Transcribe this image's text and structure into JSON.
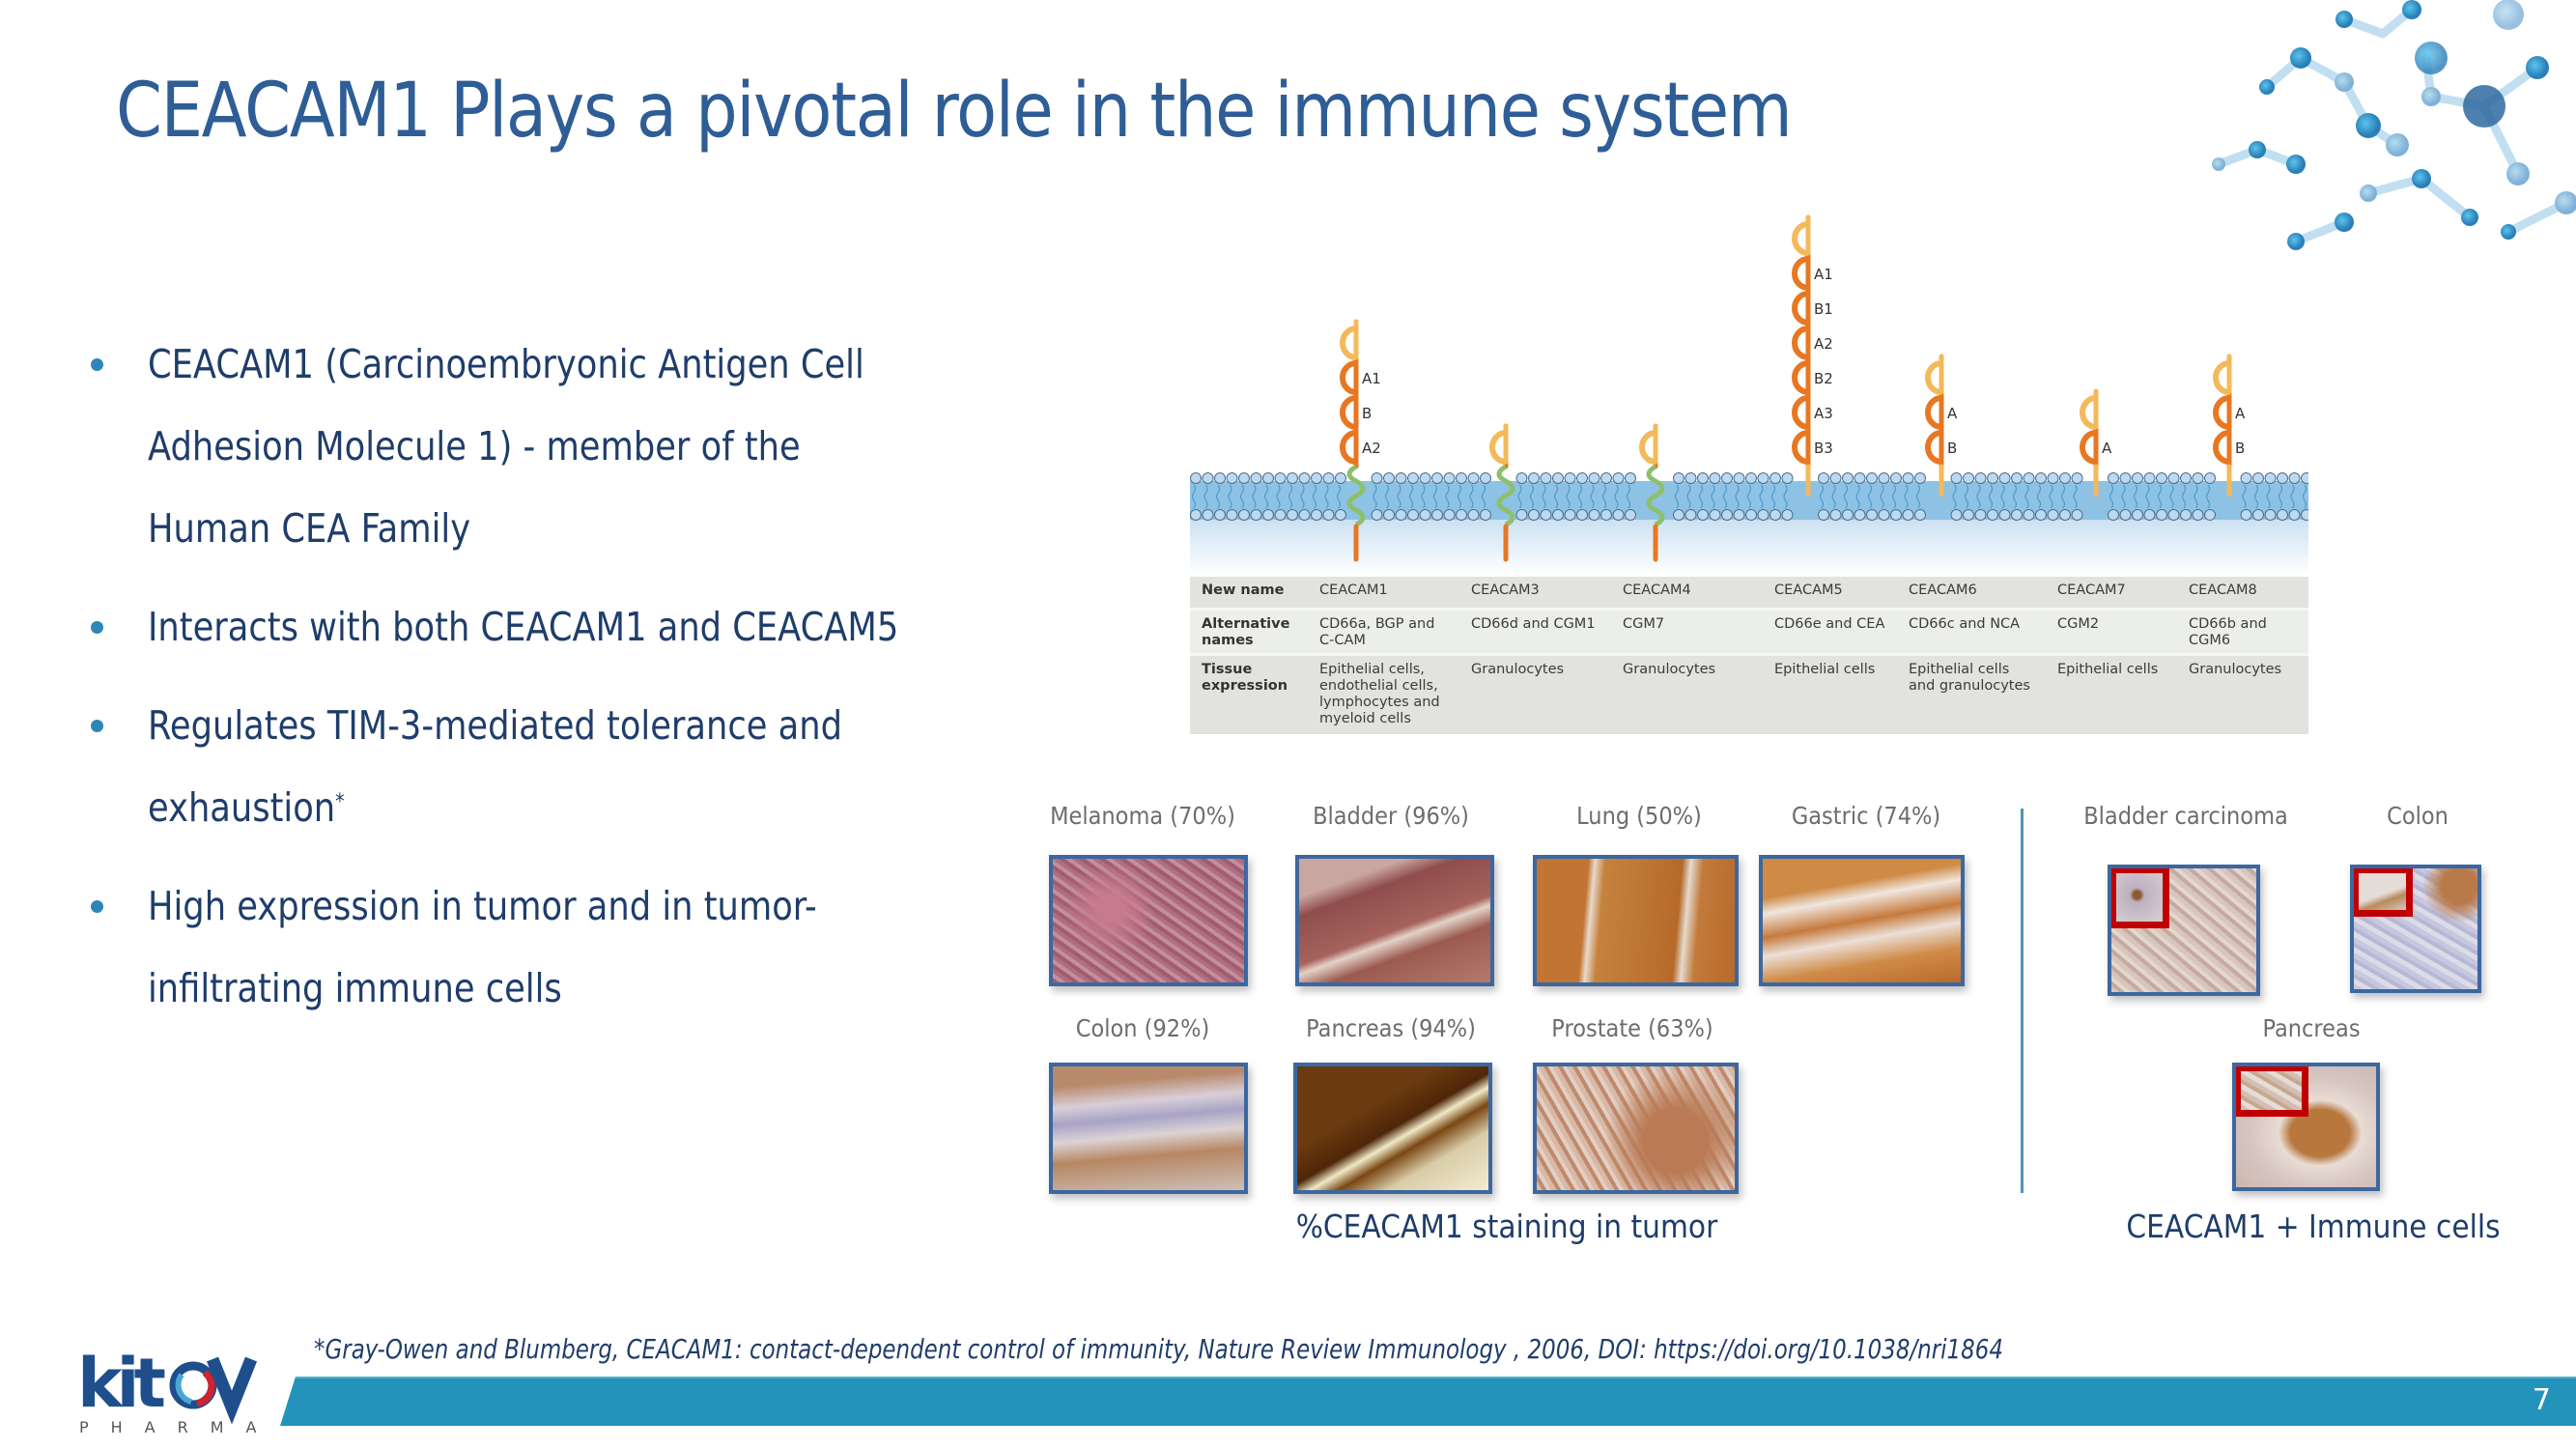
{
  "slide": {
    "title": "CEACAM1 Plays a pivotal role in the immune system",
    "page_number": "7"
  },
  "bullets": [
    {
      "lines": [
        "CEACAM1 (Carcinoembryonic Antigen Cell",
        "Adhesion Molecule 1) - member of the",
        "Human CEA Family"
      ],
      "footnote_mark": ""
    },
    {
      "lines": [
        "Interacts with both CEACAM1 and CEACAM5"
      ],
      "footnote_mark": ""
    },
    {
      "lines": [
        "Regulates TIM-3-mediated tolerance and",
        "exhaustion"
      ],
      "footnote_mark": "*"
    },
    {
      "lines": [
        "High expression in tumor and in tumor-",
        "infiltrating immune cells"
      ],
      "footnote_mark": ""
    }
  ],
  "diagram": {
    "proteins": [
      {
        "name": "CEACAM1",
        "domains": [
          "A1",
          "B",
          "A2"
        ],
        "anchor": "transmembrane"
      },
      {
        "name": "CEACAM3",
        "domains": [],
        "anchor": "transmembrane"
      },
      {
        "name": "CEACAM4",
        "domains": [],
        "anchor": "transmembrane"
      },
      {
        "name": "CEACAM5",
        "domains": [
          "A1",
          "B1",
          "A2",
          "B2",
          "A3",
          "B3"
        ],
        "anchor": "GPI"
      },
      {
        "name": "CEACAM6",
        "domains": [
          "A",
          "B"
        ],
        "anchor": "GPI"
      },
      {
        "name": "CEACAM7",
        "domains": [
          "A"
        ],
        "anchor": "GPI"
      },
      {
        "name": "CEACAM8",
        "domains": [
          "A",
          "B"
        ],
        "anchor": "GPI"
      }
    ],
    "colors": {
      "n_domain": "#f4b95a",
      "ig_domain": "#e87722",
      "transmembrane": "#8cc06b",
      "membrane": "#8fc1e3",
      "lipid_head": "#bcd9f0"
    }
  },
  "table": {
    "row_headers": [
      "New name",
      "Alternative names",
      "Tissue expression"
    ],
    "columns": [
      {
        "new_name": "CEACAM1",
        "alt_names": "CD66a, BGP and C-CAM",
        "tissue": "Epithelial cells, endothelial cells, lymphocytes and myeloid cells"
      },
      {
        "new_name": "CEACAM3",
        "alt_names": "CD66d and CGM1",
        "tissue": "Granulocytes"
      },
      {
        "new_name": "CEACAM4",
        "alt_names": "CGM7",
        "tissue": "Granulocytes"
      },
      {
        "new_name": "CEACAM5",
        "alt_names": "CD66e and CEA",
        "tissue": "Epithelial cells"
      },
      {
        "new_name": "CEACAM6",
        "alt_names": "CD66c and NCA",
        "tissue": "Epithelial cells and granulocytes"
      },
      {
        "new_name": "CEACAM7",
        "alt_names": "CGM2",
        "tissue": "Epithelial cells"
      },
      {
        "new_name": "CEACAM8",
        "alt_names": "CD66b and CGM6",
        "tissue": "Granulocytes"
      }
    ]
  },
  "tumor_staining": {
    "caption": "%CEACAM1 staining in tumor",
    "samples": [
      {
        "label": "Melanoma (70%)",
        "tissue": "Melanoma",
        "percent": 70
      },
      {
        "label": "Bladder (96%)",
        "tissue": "Bladder",
        "percent": 96
      },
      {
        "label": "Lung (50%)",
        "tissue": "Lung",
        "percent": 50
      },
      {
        "label": "Gastric (74%)",
        "tissue": "Gastric",
        "percent": 74
      },
      {
        "label": "Colon (92%)",
        "tissue": "Colon",
        "percent": 92
      },
      {
        "label": "Pancreas (94%)",
        "tissue": "Pancreas",
        "percent": 94
      },
      {
        "label": "Prostate (63%)",
        "tissue": "Prostate",
        "percent": 63
      }
    ]
  },
  "immune_cells": {
    "caption": "CEACAM1 + Immune cells",
    "samples": [
      {
        "label": "Bladder carcinoma"
      },
      {
        "label": "Colon"
      },
      {
        "label": "Pancreas"
      }
    ]
  },
  "footer": {
    "reference": "*Gray-Owen and Blumberg, CEACAM1: contact-dependent control of immunity, Nature Review Immunology , 2006, DOI: https://doi.org/10.1038/nri1864",
    "logo_main": "kitov",
    "logo_sub": "PHARMA",
    "bar_color": "#2393bb"
  }
}
